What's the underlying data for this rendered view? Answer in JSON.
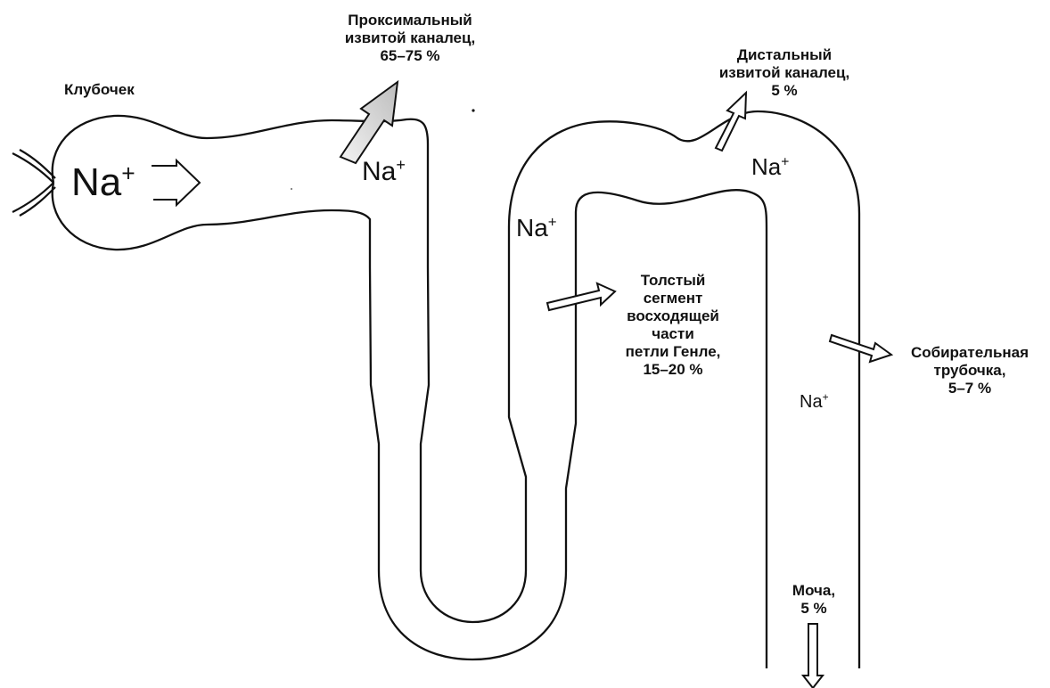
{
  "labels": {
    "glomerulus": "Клубочек",
    "proximal": [
      "Проксимальный",
      "извитой каналец,",
      "65–75 %"
    ],
    "distal": [
      "Дистальный",
      "извитой каналец,",
      "5 %"
    ],
    "henle": [
      "Толстый",
      "сегмент",
      "восходящей",
      "части",
      "петли Генле,",
      "15–20 %"
    ],
    "collecting": [
      "Собирательная",
      "трубочка,",
      "5–7 %"
    ],
    "urine": [
      "Моча,",
      "5 %"
    ]
  },
  "ions": {
    "symbol": "Na",
    "charge": "+"
  },
  "colors": {
    "stroke": "#111111",
    "background": "#ffffff",
    "arrow_fill_light": "#f4f4f4",
    "arrow_fill_dark": "#cfcfcf"
  }
}
